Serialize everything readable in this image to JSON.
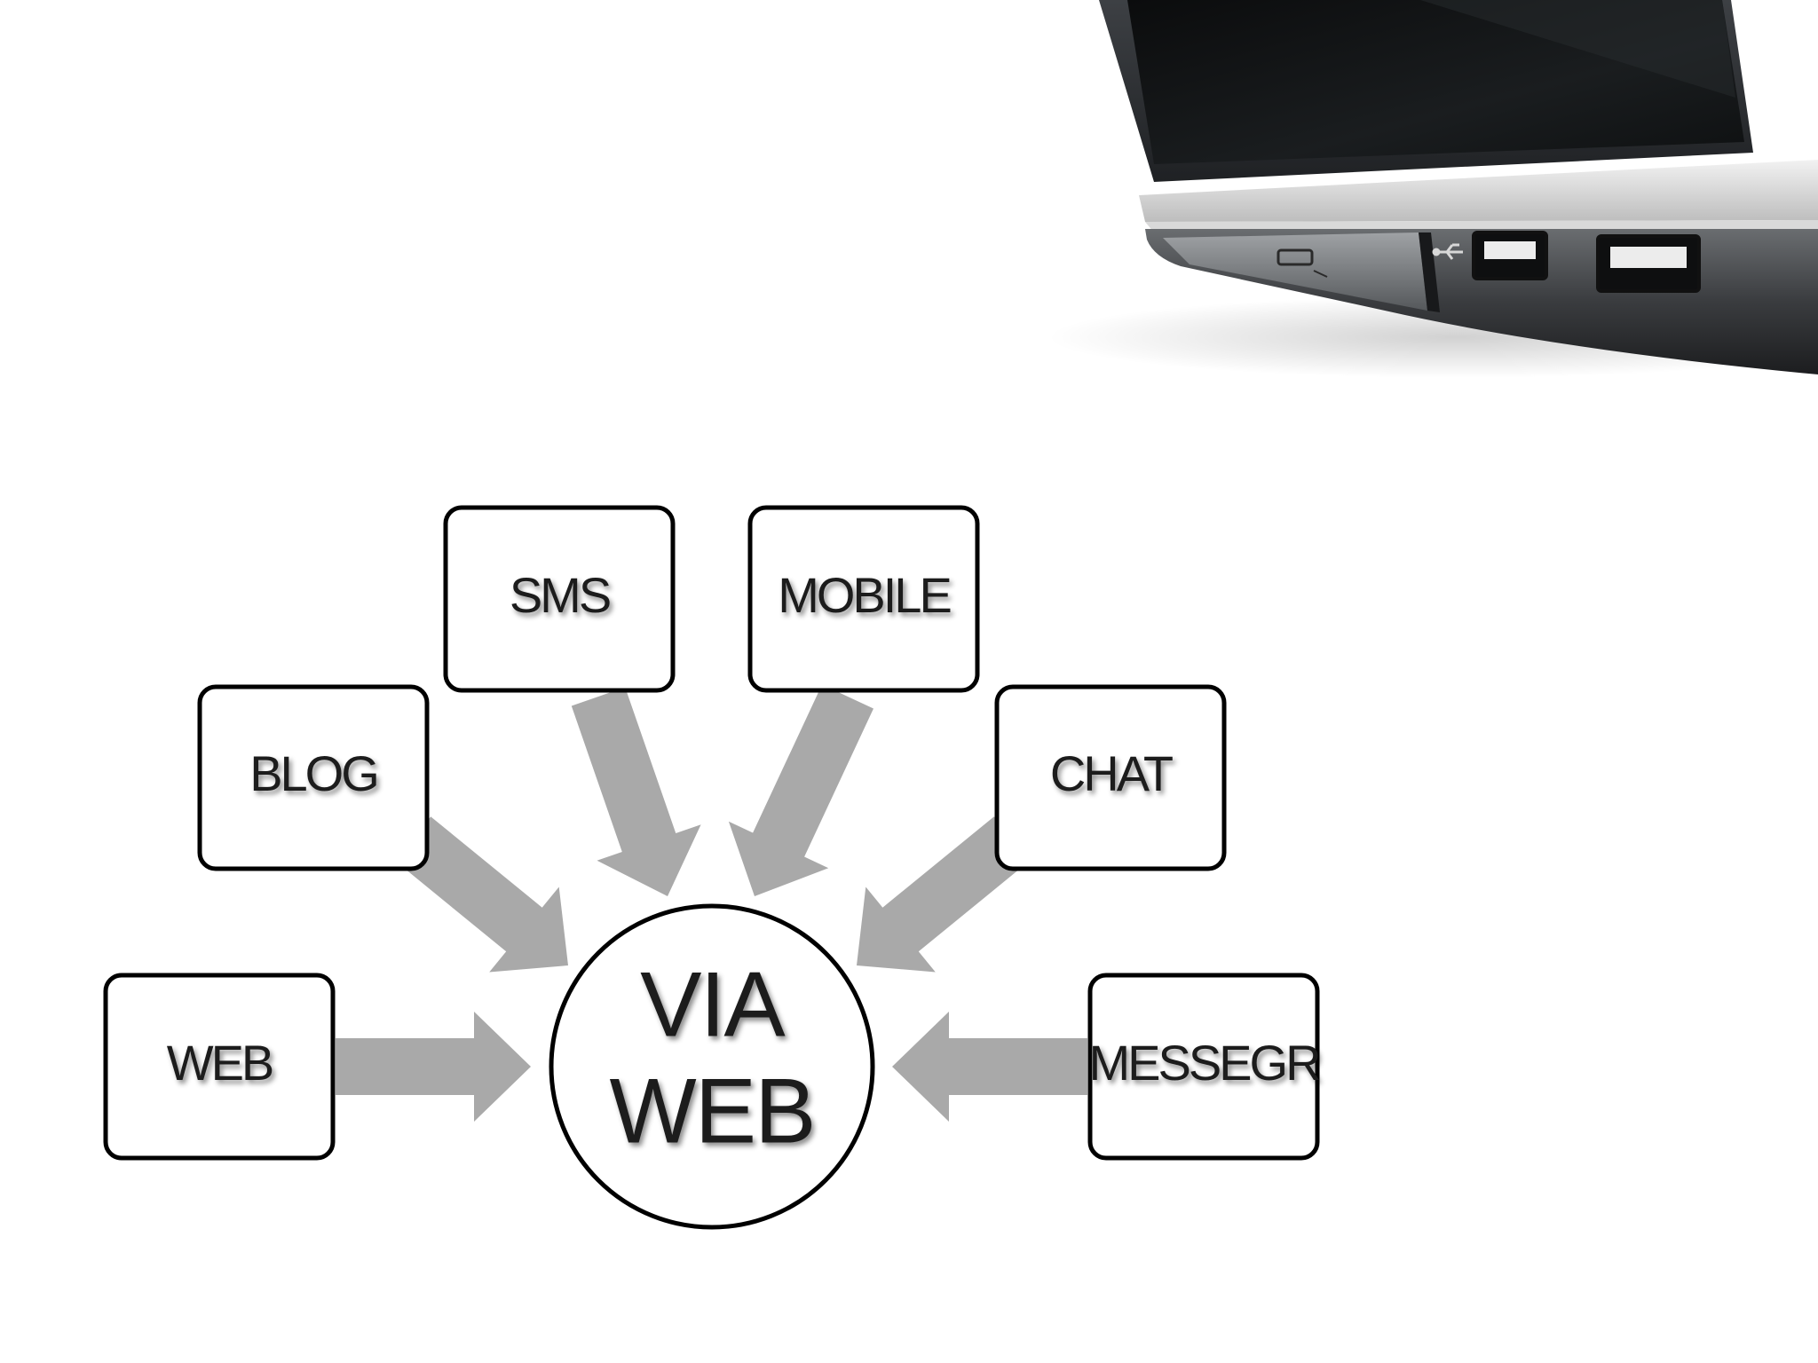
{
  "diagram": {
    "center": {
      "line1": "VIA",
      "line2": "WEB"
    },
    "nodes": [
      {
        "id": "web",
        "label": "WEB"
      },
      {
        "id": "blog",
        "label": "BLOG"
      },
      {
        "id": "sms",
        "label": "SMS"
      },
      {
        "id": "mobile",
        "label": "MOBILE"
      },
      {
        "id": "chat",
        "label": "CHAT"
      },
      {
        "id": "messegr",
        "label": "MESSEGR"
      }
    ],
    "edges": [
      {
        "from": "web",
        "to": "center"
      },
      {
        "from": "blog",
        "to": "center"
      },
      {
        "from": "sms",
        "to": "center"
      },
      {
        "from": "mobile",
        "to": "center"
      },
      {
        "from": "chat",
        "to": "center"
      },
      {
        "from": "messegr",
        "to": "center"
      }
    ],
    "colors": {
      "arrow": "#a9a9a9",
      "border": "#000000",
      "text": "#1e1e1e",
      "background": "#ffffff"
    }
  },
  "illustration": {
    "name": "laptop-photo",
    "icon": "usb-icon"
  }
}
